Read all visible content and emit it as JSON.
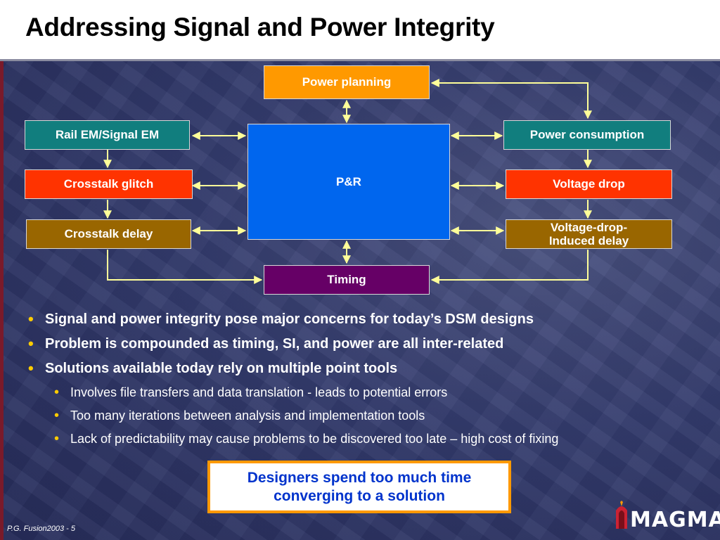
{
  "slide": {
    "title": "Addressing Signal and Power Integrity",
    "footer": "P.G. Fusion2003 -  5",
    "logo": "MAGMA"
  },
  "diagram": {
    "power_planning": "Power planning",
    "rail_em": "Rail EM/Signal EM",
    "crosstalk_glitch": "Crosstalk glitch",
    "crosstalk_delay": "Crosstalk delay",
    "pr": "P&R",
    "power_consumption": "Power consumption",
    "voltage_drop": "Voltage drop",
    "voltage_drop_delay": "Voltage-drop-\nInduced delay",
    "timing": "Timing",
    "colors": {
      "orange": "#ff9900",
      "teal": "#117e7e",
      "red": "#ff3300",
      "brown": "#996600",
      "blue": "#0066ee",
      "purple": "#660066",
      "connector": "#ffff99"
    }
  },
  "bullets": [
    "Signal and power integrity pose major concerns for today’s DSM designs",
    "Problem is compounded as timing, SI, and power are all inter-related",
    "Solutions available today rely on multiple point tools"
  ],
  "sub_bullets": [
    "Involves file transfers and data translation - leads to potential errors",
    "Too many iterations between analysis and implementation tools",
    "Lack of predictability may cause problems to be discovered too late – high cost of fixing"
  ],
  "callout": "Designers spend too much time converging to a solution"
}
